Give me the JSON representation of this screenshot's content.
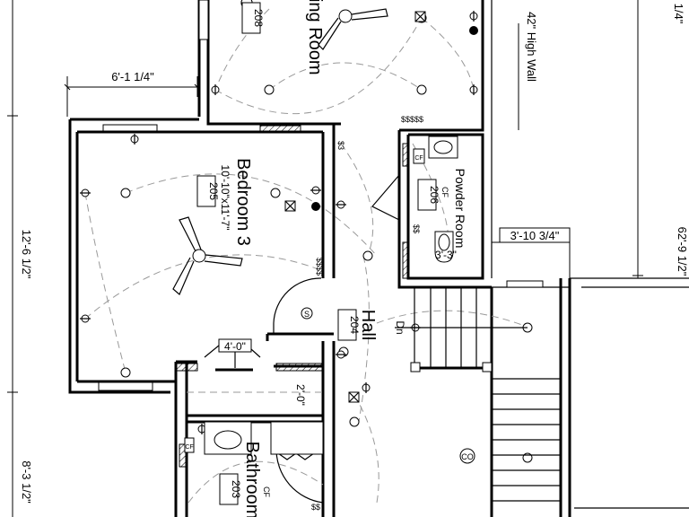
{
  "rooms": {
    "living": {
      "name": "Living Room",
      "number": "208"
    },
    "bedroom3": {
      "name": "Bedroom 3",
      "size": "10'-10\"x11'-7\"",
      "number": "205"
    },
    "powder": {
      "name": "Powder Room",
      "number": "206",
      "fan": "CF"
    },
    "hall": {
      "name": "Hall",
      "number": "204"
    },
    "bathroom": {
      "name": "Bathroom",
      "number": "203",
      "fan": "CF"
    }
  },
  "notes": {
    "wall_note": "42\" High Wall",
    "stair_dn": "Dn"
  },
  "dimensions": {
    "d_6_1": "6'-1 1/4\"",
    "d_12_6": "12'-6 1/2\"",
    "d_8_3": "8'-3 1/2\"",
    "d_62_9": "62'-9 1/2\"",
    "d_3_10": "3'-10 3/4\"",
    "d_3_3": "3'-3\"",
    "d_4_0": "4'-0\"",
    "d_2_0": "2'-0\"",
    "d_top_right": "1/4\""
  },
  "symbols": {
    "switch_4": "$$$$",
    "switch_5": "$$$$$",
    "switch_2": "$$",
    "switch_3": "$3",
    "smoke": "S",
    "cf": "CF",
    "co": "CO"
  }
}
